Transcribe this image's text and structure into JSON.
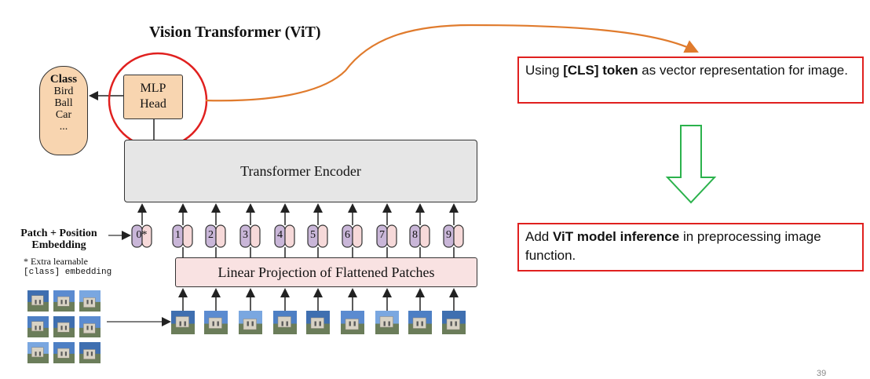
{
  "title": "Vision Transformer (ViT)",
  "class_box": {
    "title": "Class",
    "items": [
      "Bird",
      "Ball",
      "Car",
      "..."
    ]
  },
  "mlp_head": {
    "line1": "MLP",
    "line2": "Head"
  },
  "encoder_label": "Transformer Encoder",
  "linear_projection_label": "Linear Projection of Flattened Patches",
  "patch_position_label": {
    "line1": "Patch + Position",
    "line2": "Embedding"
  },
  "extra_label": {
    "line1": "* Extra learnable",
    "line2": "[class] embedding"
  },
  "tokens": [
    "0*",
    "1",
    "2",
    "3",
    "4",
    "5",
    "6",
    "7",
    "8",
    "9"
  ],
  "callouts": [
    {
      "prefix": "Using ",
      "bold": "[CLS] token",
      "suffix": " as vector representation for image."
    },
    {
      "prefix": "Add ",
      "bold": "ViT model inference",
      "suffix": " in preprocessing image function."
    }
  ],
  "page_number": "39",
  "colors": {
    "accent_red": "#e0201f",
    "curve_orange": "#e07b2d",
    "arrow_green": "#2bb24c",
    "class_fill": "#f8d5b0",
    "encoder_fill": "#e6e6e6",
    "projection_fill": "#f9e2e2",
    "pos_embed_fill": "#c9b6d8",
    "patch_embed_fill": "#f6d9d9"
  },
  "icons": {
    "patch_thumb": "image-patch-icon",
    "down_arrow": "hollow-down-arrow-icon"
  }
}
